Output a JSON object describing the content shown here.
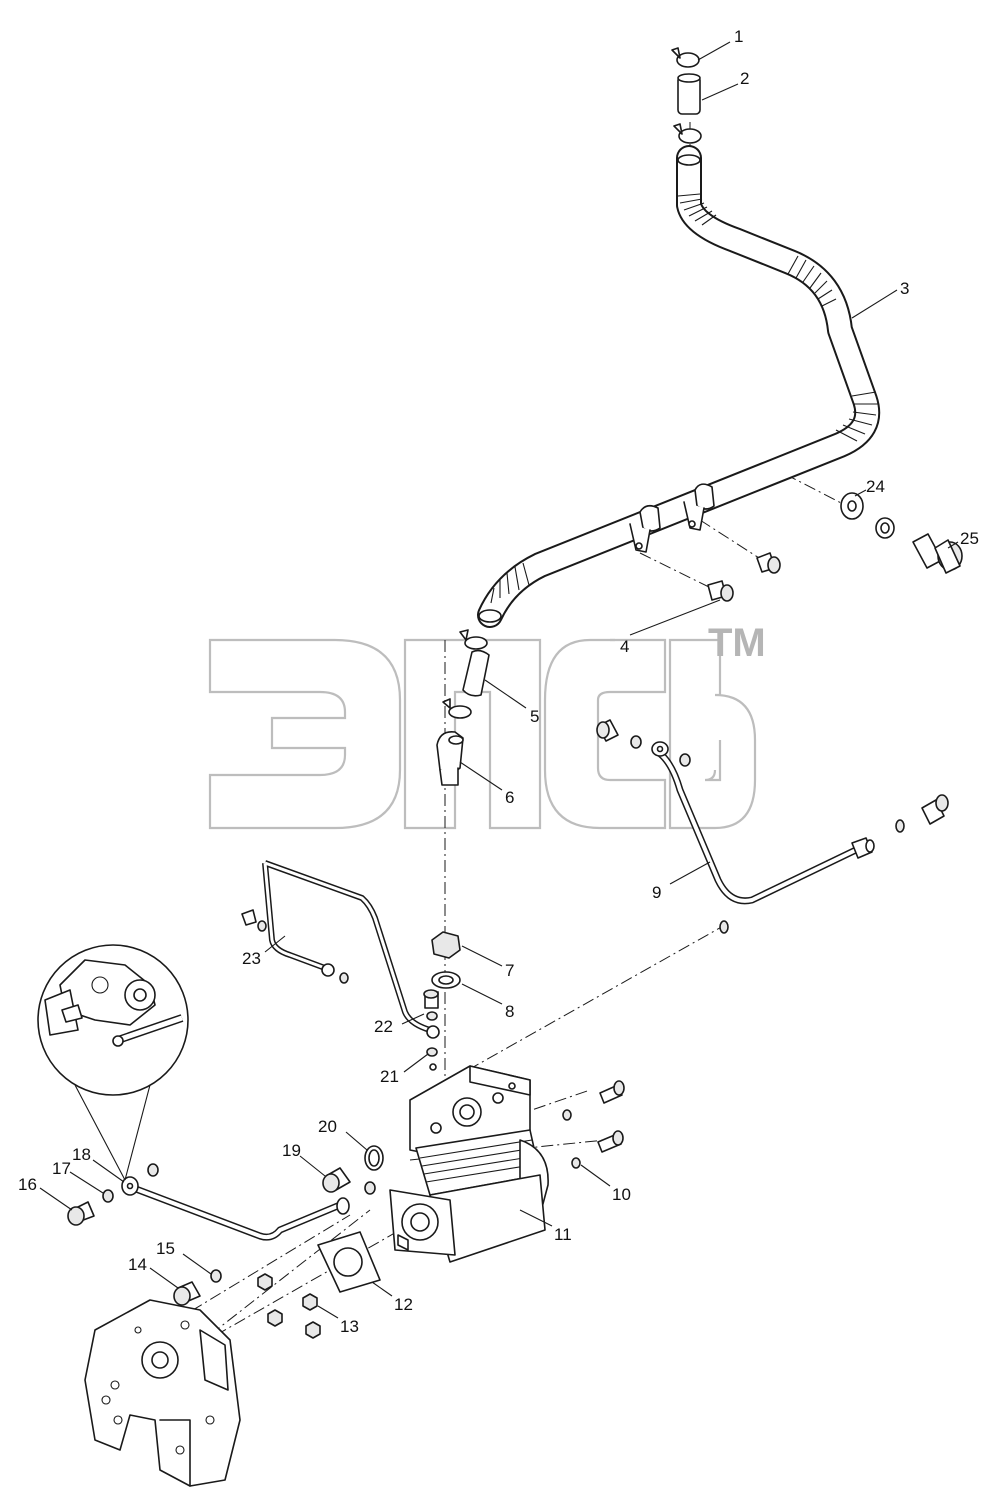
{
  "watermark": {
    "mark": "ЭПсБ",
    "trademark": "TM"
  },
  "callouts": [
    "1",
    "2",
    "3",
    "4",
    "5",
    "6",
    "7",
    "8",
    "9",
    "10",
    "11",
    "12",
    "13",
    "14",
    "15",
    "16",
    "17",
    "18",
    "19",
    "20",
    "21",
    "22",
    "23",
    "24",
    "25"
  ]
}
